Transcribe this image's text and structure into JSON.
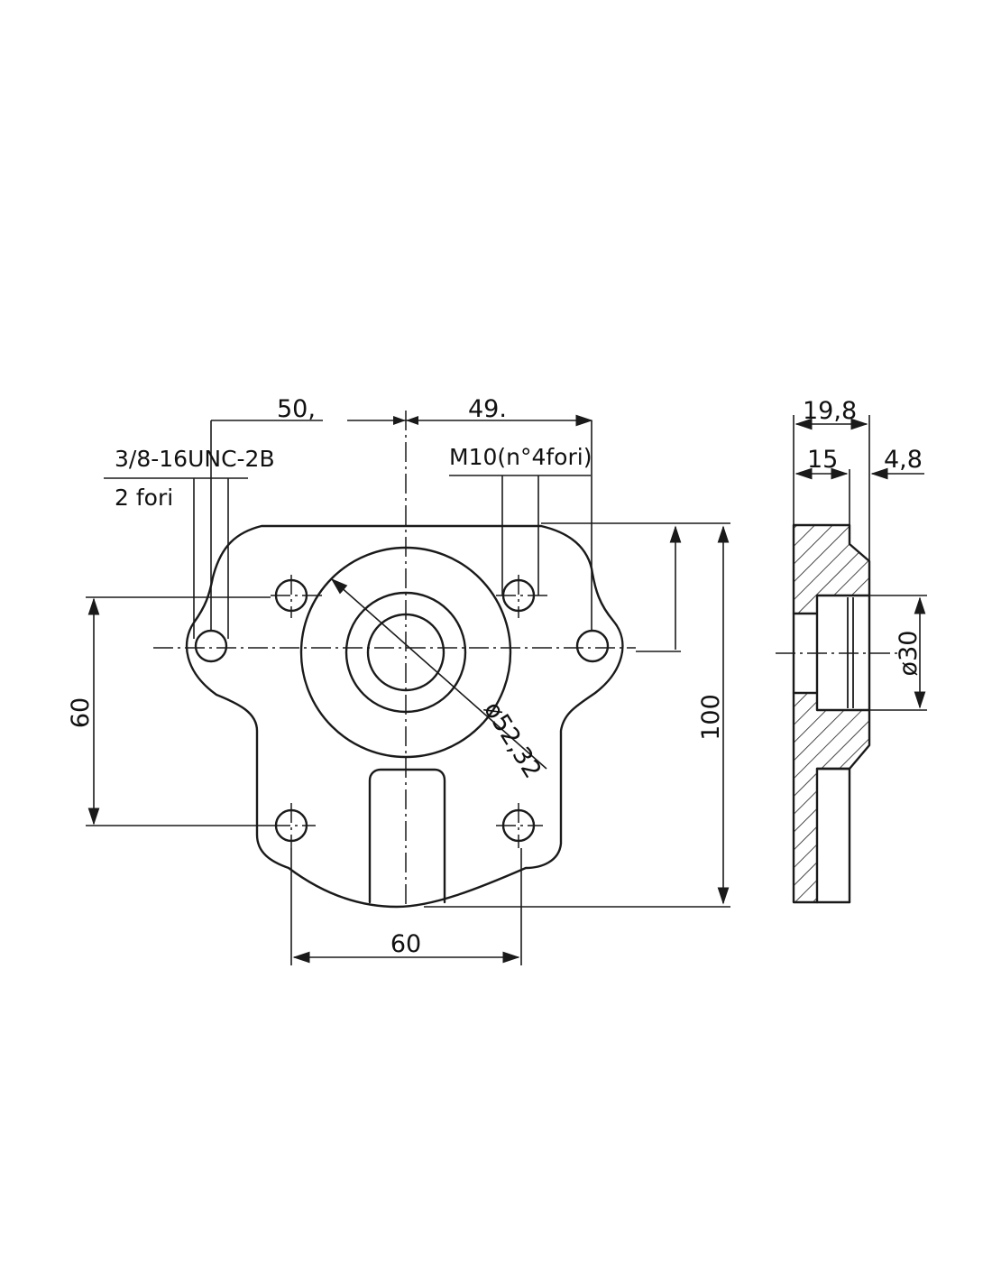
{
  "front_view": {
    "dim_left_50": "50,",
    "dim_right_49": "49.",
    "thread_note": "3/8-16UNC-2B",
    "thread_count": "2 fori",
    "metric_note": "M10(n°4fori)",
    "dim_vertical_60": "60",
    "dim_vertical_100": "100",
    "dim_bottom_60": "60",
    "dim_diameter": "ø52,32"
  },
  "side_view": {
    "dim_total": "19,8",
    "dim_body": "15",
    "dim_spigot": "4,8",
    "dim_bore": "ø30"
  }
}
